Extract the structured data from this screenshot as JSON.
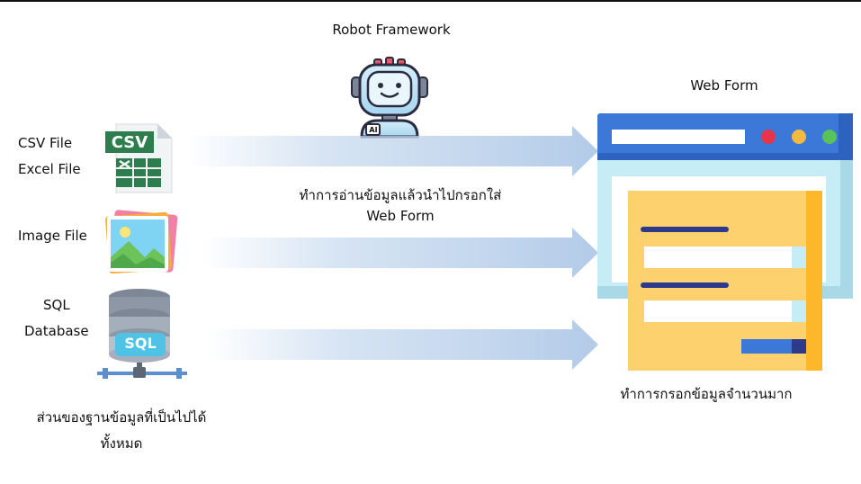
{
  "robot": {
    "title": "Robot Framework",
    "badge": "AI"
  },
  "sources": {
    "csv_label": "CSV File",
    "excel_label": "Excel File",
    "csv_icon_text": "CSV",
    "image_label": "Image File",
    "sql_label_1": "SQL",
    "sql_label_2": "Database",
    "sql_icon_text": "SQL",
    "caption_1": "ส่วนของฐานข้อมูลที่เป็นไปได้",
    "caption_2": "ทั้งหมด"
  },
  "process": {
    "text_1": "ทำการอ่านข้อมูลแล้วนำไปกรอกใส่",
    "text_2": "Web Form"
  },
  "webform": {
    "title": "Web Form",
    "caption": "ทำการกรอกข้อมูลจำนวนมาก"
  },
  "colors": {
    "arrow": "#c4d8ee",
    "browser_bar": "#3b78d8",
    "window_bg": "#c6ecf5",
    "form_card": "#fdd26e",
    "form_accent": "#fcb72a",
    "form_line": "#2d3a8c",
    "csv_green": "#2e7d4f",
    "robot_body": "#bfe3f5",
    "robot_outline": "#2b2b40"
  }
}
